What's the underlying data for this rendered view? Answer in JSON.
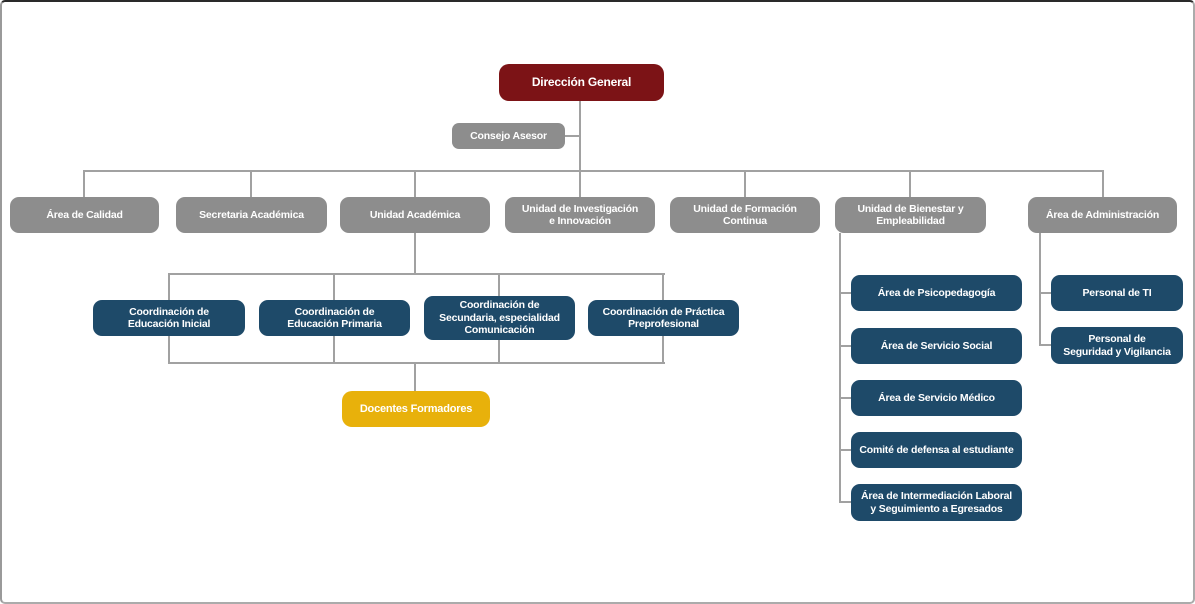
{
  "palette": {
    "red": "#7C1316",
    "gray": "#8D8D8D",
    "blue": "#1E4A69",
    "yellow": "#E8B10B",
    "line": "#A1A1A1"
  },
  "nodes": {
    "direccion_general": {
      "label": "Dirección General",
      "level": "root"
    },
    "consejo_asesor": {
      "label": "Consejo Asesor",
      "level": "advisor"
    },
    "area_calidad": {
      "label": "Área de Calidad",
      "level": "unit"
    },
    "secretaria_academica": {
      "label": "Secretaria Académica",
      "level": "unit"
    },
    "unidad_academica": {
      "label": "Unidad Académica",
      "level": "unit"
    },
    "unidad_investigacion": {
      "label": "Unidad de Investigación\ne Innovación",
      "level": "unit"
    },
    "unidad_formacion": {
      "label": "Unidad de Formación\nContinua",
      "level": "unit"
    },
    "unidad_bienestar": {
      "label": "Unidad de Bienestar y\nEmpleabilidad",
      "level": "unit"
    },
    "area_administracion": {
      "label": "Área de Administración",
      "level": "unit"
    },
    "coord_inicial": {
      "label": "Coordinación de\nEducación Inicial",
      "level": "coordination",
      "parent": "unidad_academica"
    },
    "coord_primaria": {
      "label": "Coordinación de\nEducación Primaria",
      "level": "coordination",
      "parent": "unidad_academica"
    },
    "coord_secundaria": {
      "label": "Coordinación de\nSecundaria, especialidad\nComunicación",
      "level": "coordination",
      "parent": "unidad_academica"
    },
    "coord_practica": {
      "label": "Coordinación de Práctica\nPreprofesional",
      "level": "coordination",
      "parent": "unidad_academica"
    },
    "docentes_formadores": {
      "label": "Docentes Formadores",
      "level": "staff",
      "parent": "unidad_academica"
    },
    "area_psicopedagogia": {
      "label": "Área de Psicopedagogía",
      "level": "area",
      "parent": "unidad_bienestar"
    },
    "area_servicio_social": {
      "label": "Área de Servicio Social",
      "level": "area",
      "parent": "unidad_bienestar"
    },
    "area_servicio_medico": {
      "label": "Área de Servicio Médico",
      "level": "area",
      "parent": "unidad_bienestar"
    },
    "comite_defensa": {
      "label": "Comité de defensa al estudiante",
      "level": "area",
      "parent": "unidad_bienestar"
    },
    "area_intermediacion": {
      "label": "Área de Intermediación Laboral\ny Seguimiento a Egresados",
      "level": "area",
      "parent": "unidad_bienestar"
    },
    "personal_ti": {
      "label": "Personal de TI",
      "level": "area",
      "parent": "area_administracion"
    },
    "personal_seguridad": {
      "label": "Personal de\nSeguridad y Vigilancia",
      "level": "area",
      "parent": "area_administracion"
    }
  }
}
